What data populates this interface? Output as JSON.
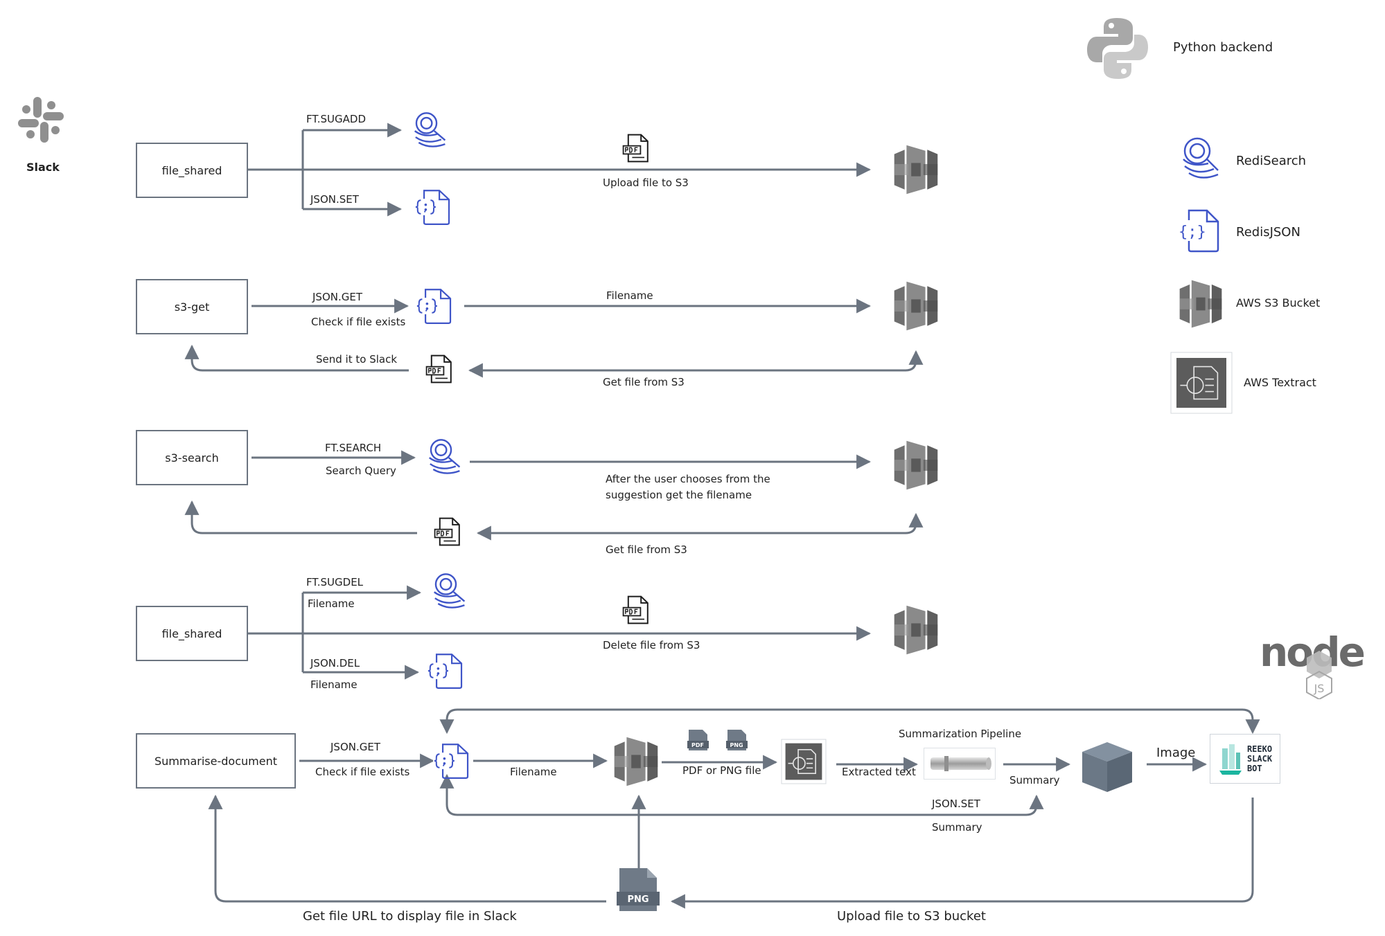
{
  "legend": {
    "python_backend": "Python backend",
    "slack": "Slack",
    "redisearch": "RediSearch",
    "redisjson": "RedisJSON",
    "aws_s3_bucket": "AWS S3 Bucket",
    "aws_textract": "AWS Textract"
  },
  "nodes": {
    "file_shared_1": "file_shared",
    "s3_get": "s3-get",
    "s3_search": "s3-search",
    "file_shared_2": "file_shared",
    "summarise_document": "Summarise-document"
  },
  "flow1": {
    "ft_sugadd": "FT.SUGADD",
    "json_set": "JSON.SET",
    "upload_file_to_s3": "Upload file to S3"
  },
  "flow2": {
    "json_get": "JSON.GET",
    "check_if_file_exists": "Check if file exists",
    "filename": "Filename",
    "send_it_to_slack": "Send it to Slack",
    "get_file_from_s3": "Get file from S3"
  },
  "flow3": {
    "ft_search": "FT.SEARCH",
    "search_query": "Search Query",
    "after_user_line1": "After the user chooses from the",
    "after_user_line2": "suggestion get the filename",
    "get_file_from_s3": "Get file from S3"
  },
  "flow4": {
    "ft_sugdel": "FT.SUGDEL",
    "filename_top": "Filename",
    "delete_file_from_s3": "Delete file from S3",
    "json_del": "JSON.DEL",
    "filename_bottom": "Filename"
  },
  "flow5": {
    "json_get": "JSON.GET",
    "check_if_file_exists": "Check if file exists",
    "filename": "Filename",
    "pdf_or_png_file": "PDF or PNG file",
    "summarization_pipeline": "Summarization Pipeline",
    "extracted_text": "Extracted text",
    "summary": "Summary",
    "image": "Image",
    "json_set": "JSON.SET",
    "summary_bottom": "Summary",
    "get_file_url": "Get file URL to display file in Slack",
    "upload_file_to_s3_bucket": "Upload file to S3 bucket"
  },
  "badges": {
    "pdf": "PDF",
    "png": "PNG",
    "png_large": "PNG",
    "node_logo": "node",
    "js": "JS",
    "reeko_line1": "REEKO",
    "reeko_line2": "SLACK",
    "reeko_line3": "BOT"
  },
  "colors": {
    "line": "#6b7480",
    "redis_blue": "#3f55c8",
    "s3_gray": "#6f6f6f",
    "python_gray": "#a8a8a8",
    "dark_cube": "#6b7886"
  }
}
